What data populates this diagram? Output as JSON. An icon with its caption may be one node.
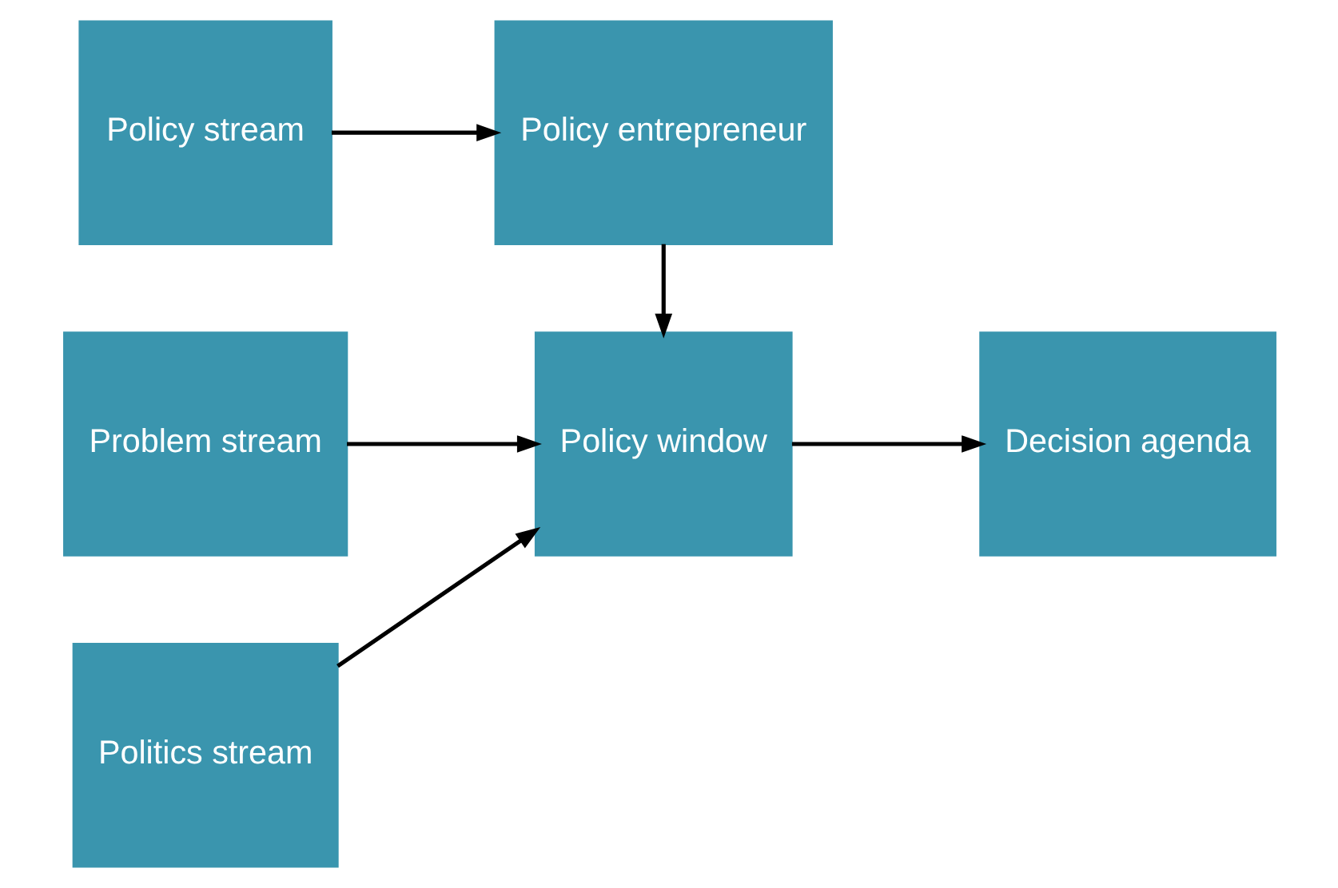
{
  "diagram": {
    "nodes": [
      {
        "text": [
          "Problem stream"
        ]
      },
      {
        "text": [
          "Politics stream"
        ]
      },
      {
        "text": [
          "Policy stream"
        ]
      },
      {
        "text": [
          "Policy window"
        ]
      },
      {
        "text": [
          "Policy entrepreneur"
        ]
      },
      {
        "text": [
          "Decision agenda"
        ]
      }
    ],
    "edges": [
      {
        "from": 0,
        "to": 3,
        "arrow": "to"
      },
      {
        "from": 1,
        "to": 3,
        "arrow": "to"
      },
      {
        "from": 2,
        "to": 4,
        "arrow": "to"
      },
      {
        "from": 4,
        "to": 3,
        "arrow": "to"
      },
      {
        "from": 3,
        "to": 5,
        "arrow": "to"
      }
    ]
  }
}
